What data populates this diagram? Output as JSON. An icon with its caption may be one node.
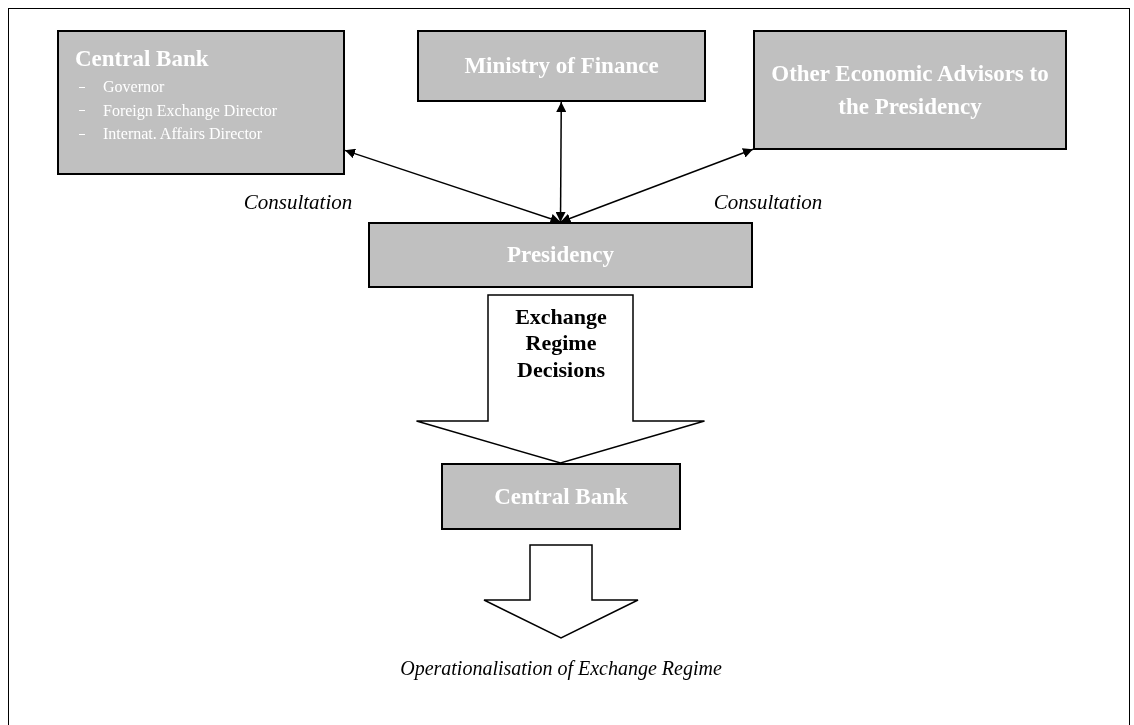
{
  "diagram": {
    "nodes": [
      {
        "text": [
          "Central Bank",
          "Governor",
          "Foreign Exchange Director",
          "Internat. Affairs Director"
        ]
      },
      {
        "text": [
          "Ministry of Finance"
        ]
      },
      {
        "text": [
          "Other Economic Advisors to the Presidency"
        ]
      },
      {
        "text": [
          "Presidency"
        ]
      },
      {
        "text": [
          "Central Bank"
        ]
      },
      {
        "text": [
          "Operationalisation of Exchange Regime"
        ]
      }
    ],
    "edges": [
      {
        "from": 3,
        "to": 0,
        "arrow": "both",
        "label": "Consultation"
      },
      {
        "from": 3,
        "to": 1,
        "arrow": "both"
      },
      {
        "from": 3,
        "to": 2,
        "arrow": "both",
        "label": "Consultation"
      },
      {
        "from": 3,
        "to": 4,
        "arrow": "to",
        "style": "thick",
        "label": "Exchange Regime Decisions"
      },
      {
        "from": 4,
        "to": 5,
        "arrow": "to",
        "style": "thick"
      }
    ]
  }
}
